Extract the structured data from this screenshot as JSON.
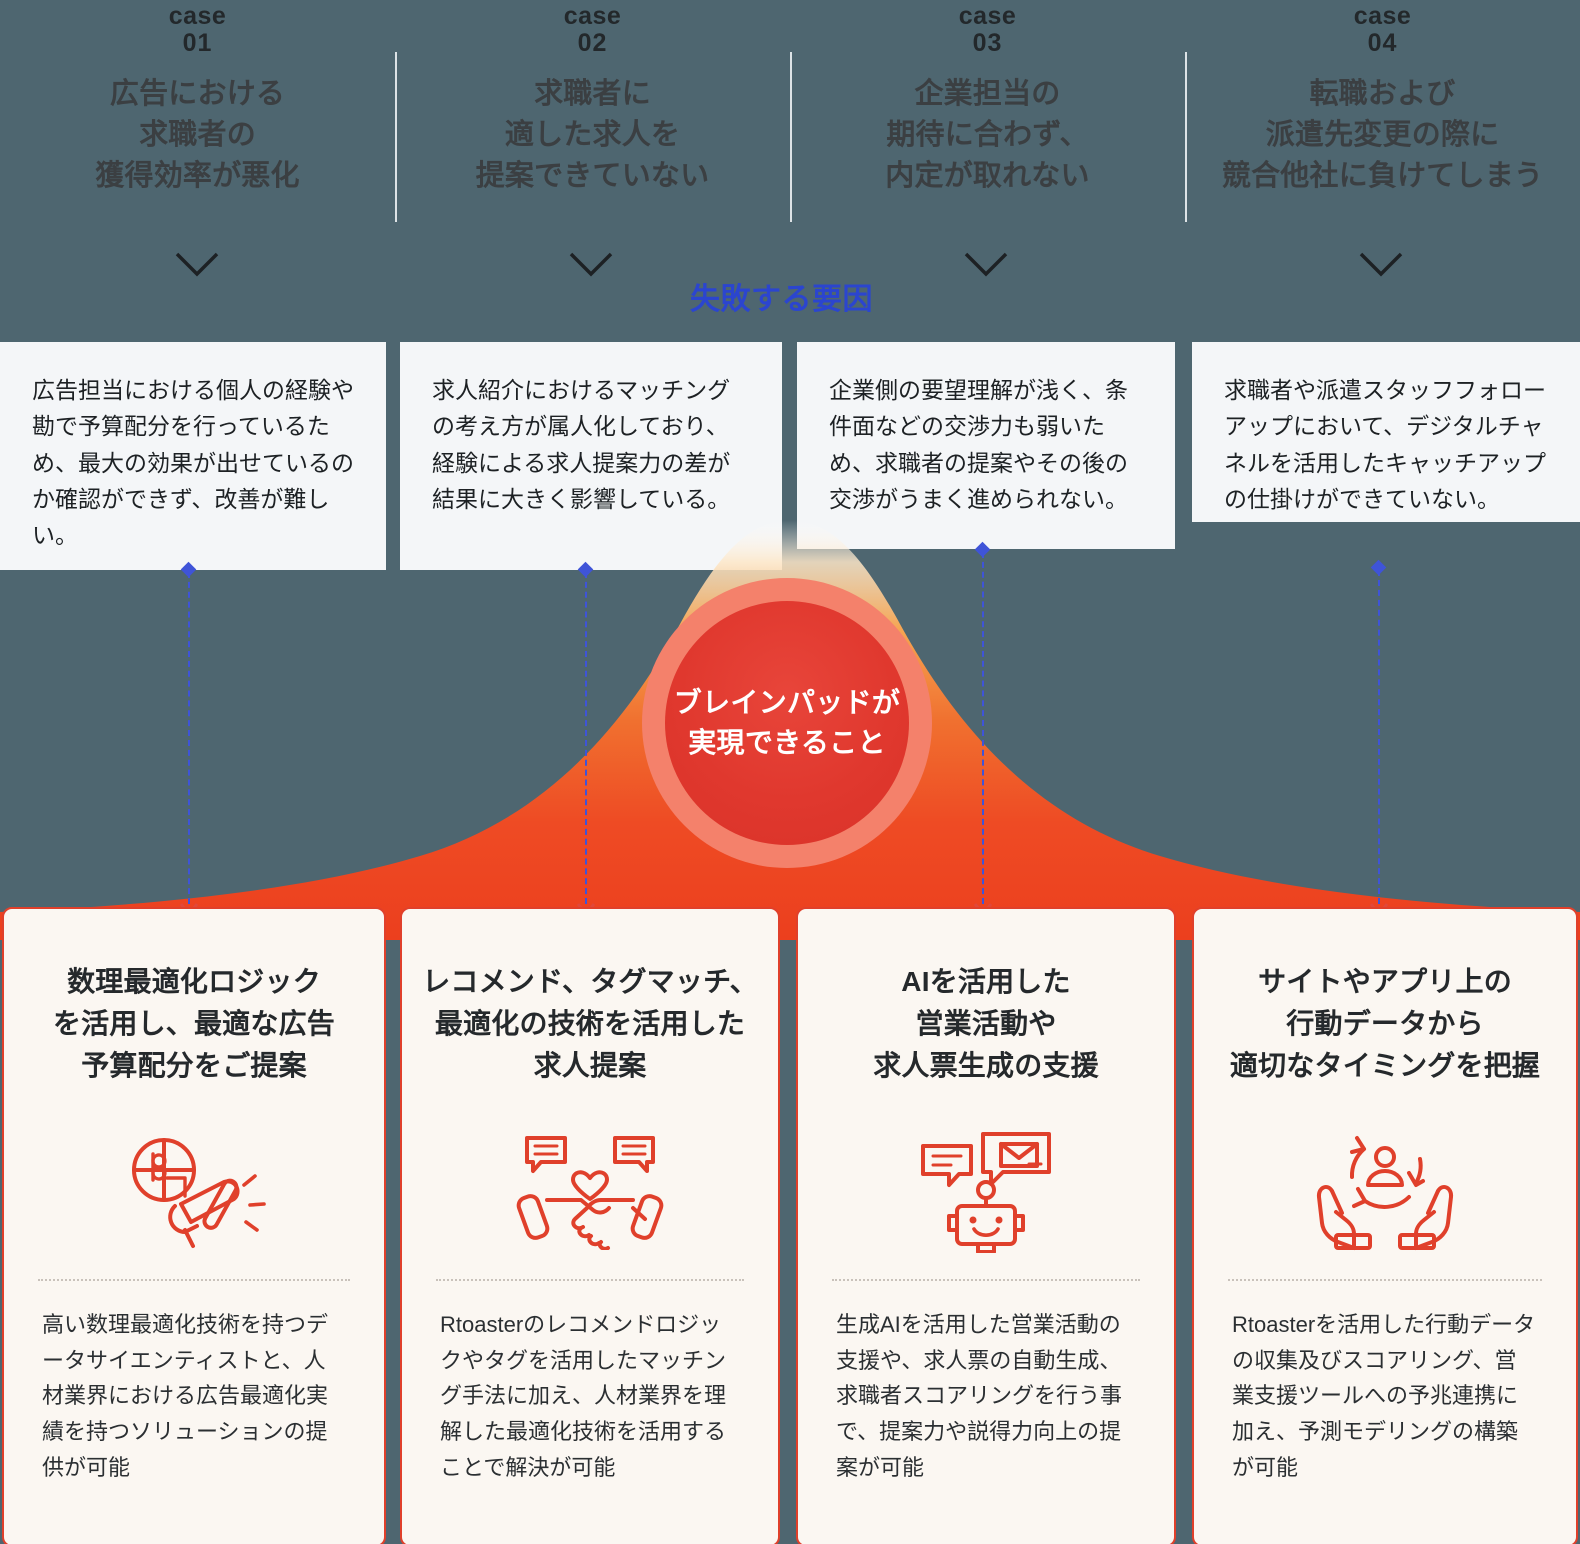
{
  "cases": [
    {
      "kicker": "case",
      "number": "01",
      "title": "広告における\n求職者の\n獲得効率が悪化"
    },
    {
      "kicker": "case",
      "number": "02",
      "title": "求職者に\n適した求人を\n提案できていない"
    },
    {
      "kicker": "case",
      "number": "03",
      "title": "企業担当の\n期待に合わず、\n内定が取れない"
    },
    {
      "kicker": "case",
      "number": "04",
      "title": "転職および\n派遣先変更の際に\n競合他社に負けてしまう"
    }
  ],
  "failure_label": "失敗する要因",
  "problems": [
    {
      "text": "広告担当における個人の経験や勘で予算配分を行っているため、最大の効果が出せているのか確認ができず、改善が難しい。"
    },
    {
      "text": "求人紹介におけるマッチングの考え方が属人化しており、経験による求人提案力の差が結果に大きく影響している。"
    },
    {
      "text": "企業側の要望理解が浅く、条件面などの交渉力も弱いため、求職者の提案やその後の交渉がうまく進められない。"
    },
    {
      "text": "求職者や派遣スタッフフォローアップにおいて、デジタルチャネルを活用したキャッチアップの仕掛けができていない。"
    }
  ],
  "center": {
    "label": "ブレインパッドが\n実現できること"
  },
  "solutions": [
    {
      "title": "数理最適化ロジック\nを活用し、最適な広告\n予算配分をご提案",
      "icon": "pie-chart-megaphone-icon",
      "body": "高い数理最適化技術を持つデータサイエンティストと、人材業界における広告最適化実績を持つソリューションの提供が可能"
    },
    {
      "title": "レコメンド、タグマッチ、\n最適化の技術を活用した\n求人提案",
      "icon": "handshake-chat-heart-icon",
      "body": "Rtoasterのレコメンドロジックやタグを活用したマッチング手法に加え、人材業界を理解した最適化技術を活用することで解決が可能"
    },
    {
      "title": "AIを活用した\n営業活動や\n求人票生成の支援",
      "icon": "robot-chat-mail-icon",
      "body": "生成AIを活用した営業活動の支援や、求人票の自動生成、求職者スコアリングを行う事で、提案力や説得力向上の提案が可能"
    },
    {
      "title": "サイトやアプリ上の\n行動データから\n適切なタイミングを把握",
      "icon": "hands-person-cycle-icon",
      "body": "Rtoasterを活用した行動データの収集及びスコアリング、営業支援ツールへの予兆連携に加え、予測モデリングの構築が可能"
    }
  ],
  "colors": {
    "accent_red": "#e0402b",
    "mountain_red": "#ee4b24",
    "circle_outer": "#f4816b",
    "circle_inner": "#e0382e",
    "failure_blue": "#2b45cf",
    "connector_blue": "#3f54d8",
    "card_bg": "#fbf7f2",
    "problem_bg": "#f4f6f8"
  }
}
